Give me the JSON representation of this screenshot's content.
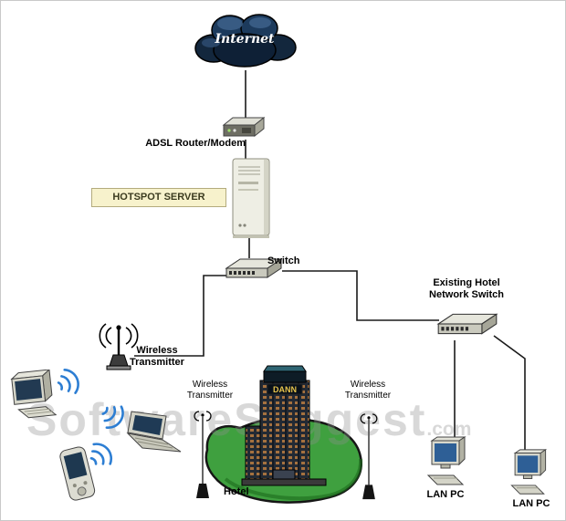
{
  "labels": {
    "internet": "Internet",
    "adsl": "ADSL Router/Modem",
    "hotspot": "HOTSPOT SERVER",
    "switch": "Switch",
    "hotel_switch_line1": "Existing Hotel",
    "hotel_switch_line2": "Network Switch",
    "wt_main_line1": "Wireless",
    "wt_main_line2": "Transmitter",
    "wt_left_line1": "Wireless",
    "wt_left_line2": "Transmitter",
    "wt_right_line1": "Wireless",
    "wt_right_line2": "Transmitter",
    "hotel": "Hotel",
    "hotel_sign": "DANN",
    "lan_pc_1": "LAN PC",
    "lan_pc_2": "LAN PC"
  },
  "watermark": {
    "main": "SoftwareSuggest",
    "suffix": ".com"
  },
  "colors": {
    "wifi_arc": "#2d7ed3",
    "grass": "#3fa03f",
    "hotspot_box_bg": "#f7f2cc",
    "hotspot_box_border": "#b3ab7d",
    "connection_line": "#1a1a1a",
    "cloud_dark": "#13273d",
    "screen_blue": "#223a52"
  }
}
